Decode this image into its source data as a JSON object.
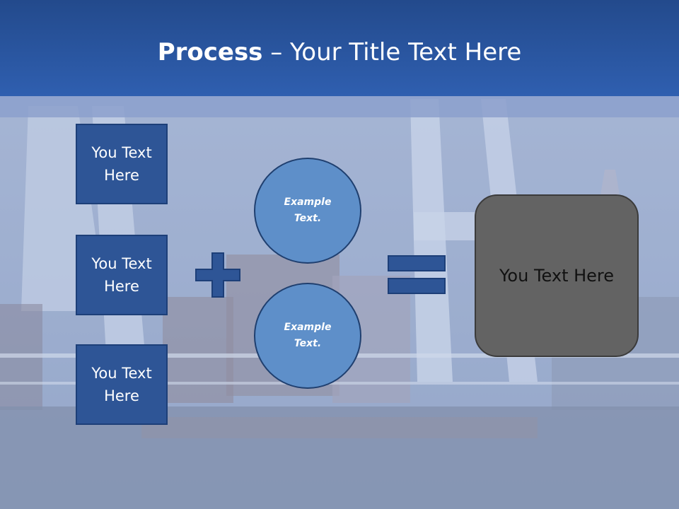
{
  "title": {
    "bold": "Process",
    "rest": " – Your Title Text Here"
  },
  "boxes": [
    {
      "label": "You Text Here"
    },
    {
      "label": "You Text Here"
    },
    {
      "label": "You Text Here"
    }
  ],
  "circles": [
    {
      "label": "Example Text."
    },
    {
      "label": "Example Text."
    }
  ],
  "result": {
    "label": "You Text Here"
  },
  "colors": {
    "title_bar": "#2f5fb0",
    "box_fill": "#2e5596",
    "circle_fill": "#5e8fc9",
    "result_fill": "#636363"
  },
  "icons": {
    "operator_1": "plus-icon",
    "operator_2": "equals-icon"
  }
}
